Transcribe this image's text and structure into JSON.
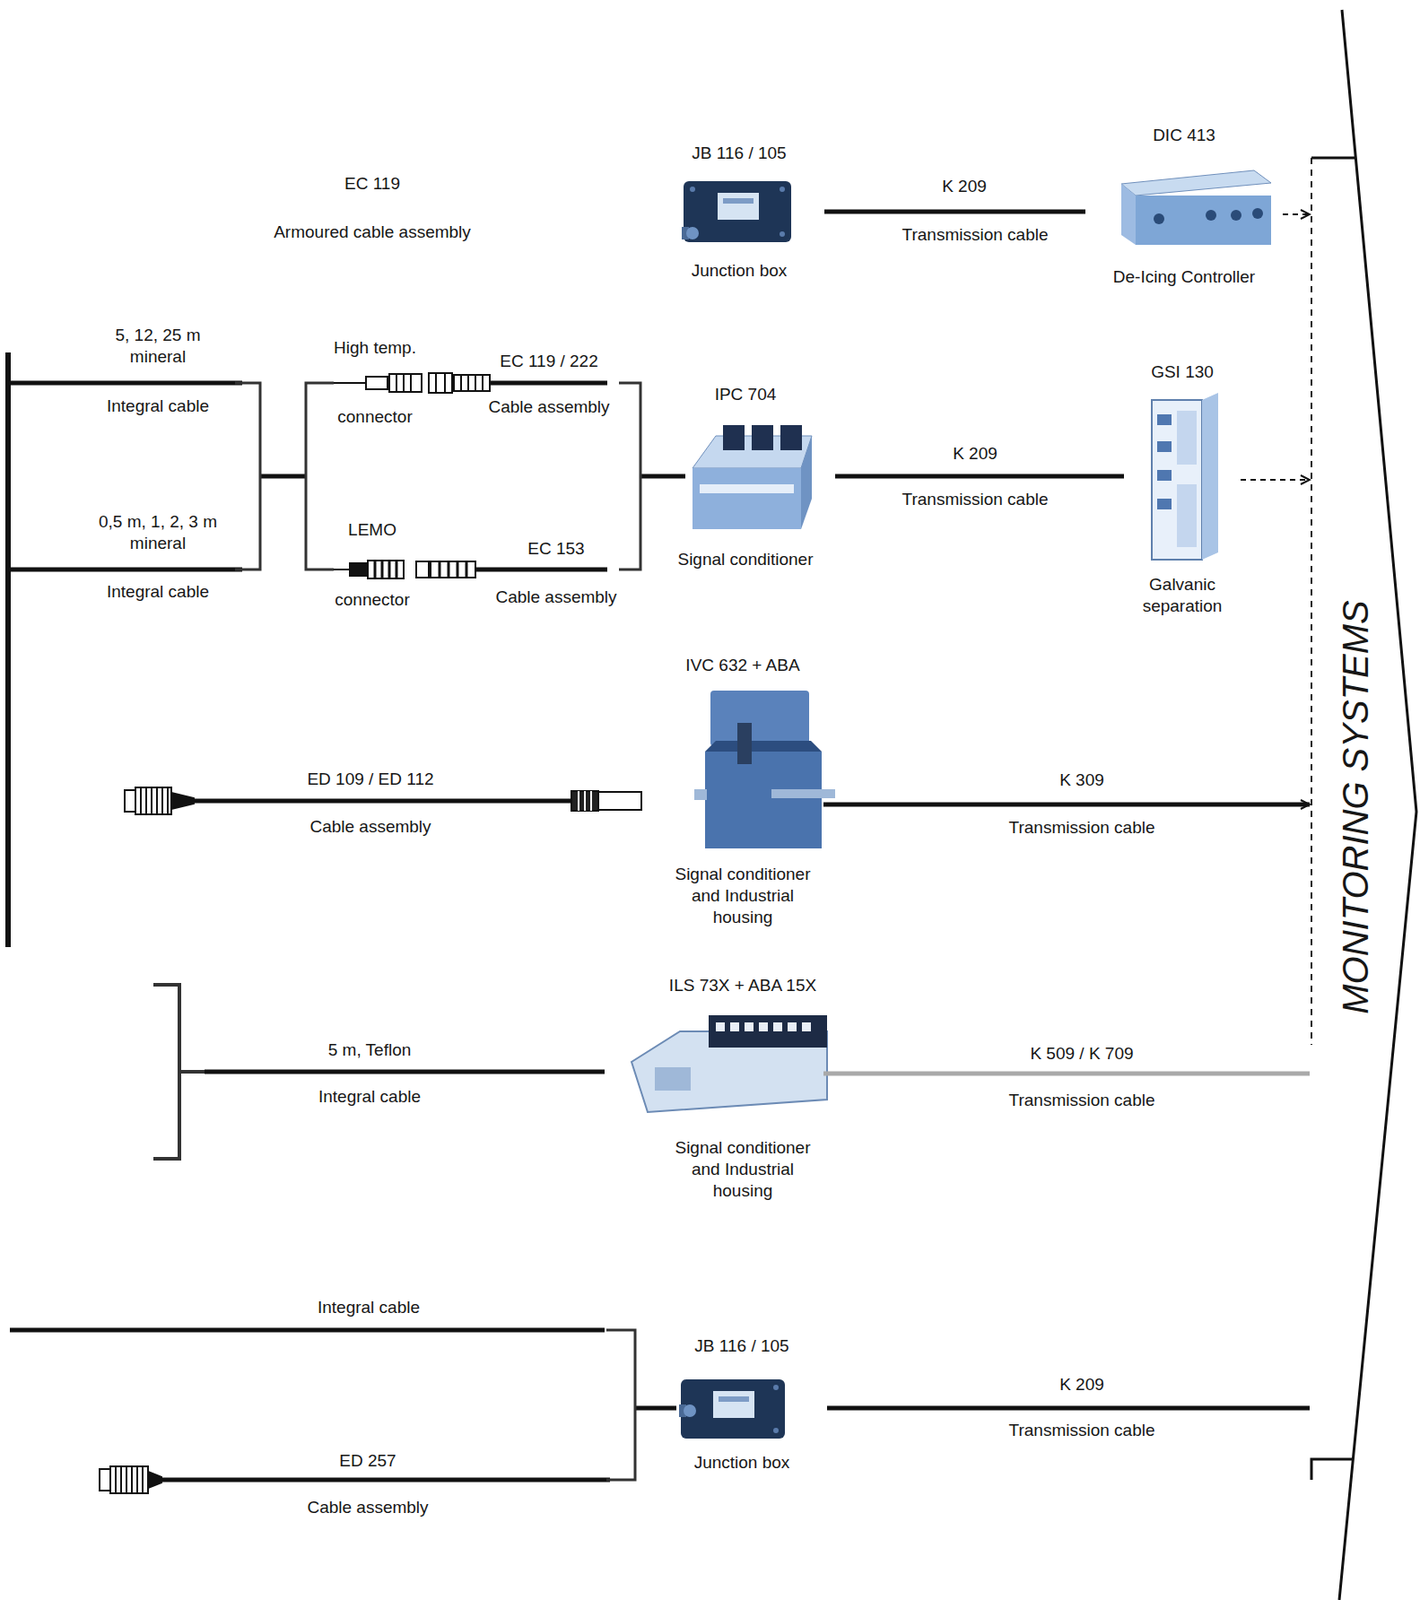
{
  "diagram": {
    "nodes": [
      {
        "text": [
          "JB 116 / 105",
          "Junction box"
        ]
      },
      {
        "text": [
          "DIC 413",
          "De-Icing Controller"
        ]
      },
      {
        "text": [
          "IPC 704",
          "Signal conditioner"
        ]
      },
      {
        "text": [
          "GSI 130",
          "Galvanic separation"
        ]
      },
      {
        "text": [
          "IVC 632 + ABA",
          "Signal conditioner and Industrial housing"
        ]
      },
      {
        "text": [
          "ILS 73X + ABA 15X",
          "Signal conditioner and Industrial housing"
        ]
      },
      {
        "text": [
          "JB 116 / 105",
          "Junction box"
        ]
      },
      {
        "text": [
          "MONITORING SYSTEMS"
        ]
      }
    ],
    "edges": [
      {
        "from": 0,
        "to": 1,
        "label": "K 209",
        "arrow": "none"
      },
      {
        "from": 1,
        "to": 7,
        "arrow": "to"
      },
      {
        "from": 2,
        "to": 3,
        "label": "K 209",
        "arrow": "none"
      },
      {
        "from": 3,
        "to": 7,
        "arrow": "to"
      },
      {
        "from": 4,
        "to": 7,
        "label": "K 309",
        "arrow": "to"
      },
      {
        "from": 5,
        "to": 7,
        "label": "K 509 / K 709",
        "arrow": "none"
      },
      {
        "from": 6,
        "to": 7,
        "label": "K 209",
        "arrow": "none"
      }
    ],
    "labels": [
      "EC 119",
      "Armoured cable assembly",
      "Transmission cable",
      "5, 12, 25 m mineral",
      "Integral cable",
      "High temp.",
      "connector",
      "EC 119 / 222",
      "Cable assembly",
      "Transmission cable",
      "0,5 m, 1, 2, 3 m mineral",
      "Integral cable",
      "LEMO",
      "connector",
      "EC 153",
      "Cable assembly",
      "ED 109 / ED 112",
      "Cable assembly",
      "Transmission cable",
      "5 m, Teflon",
      "Integral cable",
      "Transmission cable",
      "Integral cable",
      "ED 257",
      "Cable assembly",
      "Transmission cable"
    ]
  }
}
